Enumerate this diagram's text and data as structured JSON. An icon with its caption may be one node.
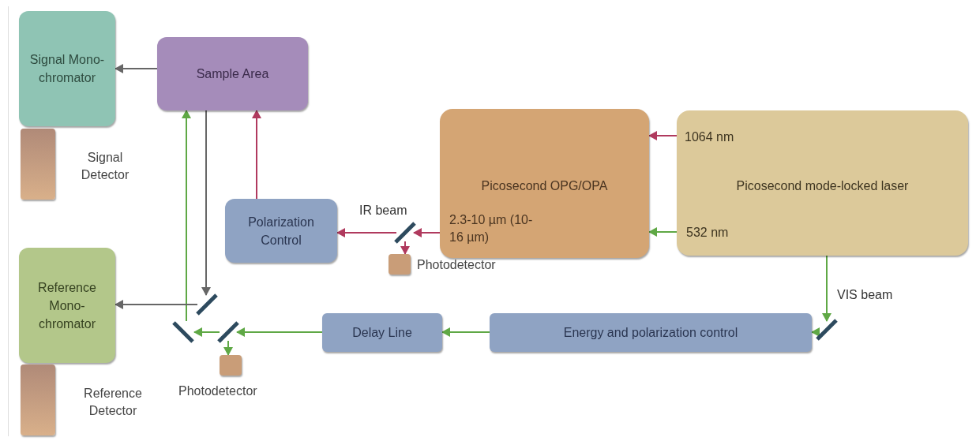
{
  "diagram": {
    "nodes": [
      {
        "text": [
          "Signal Mono-chromator"
        ]
      },
      {
        "text": [],
        "shape": "bar",
        "beside": [
          "Signal Detector"
        ]
      },
      {
        "text": [
          "Sample Area"
        ]
      },
      {
        "text": [
          "Polarization Control"
        ]
      },
      {
        "text": [
          "Picosecond OPG/OPA",
          "2.3-10 µm (10-16 µm)"
        ]
      },
      {
        "text": [
          "Picosecond mode-locked laser",
          "1064 nm",
          "532 nm"
        ]
      },
      {
        "text": [],
        "shape": "bar"
      },
      {
        "text": [],
        "shape": "box",
        "beside": [
          "Photodetector"
        ]
      },
      {
        "text": [
          "Reference Mono-chromator"
        ]
      },
      {
        "text": [],
        "shape": "bar",
        "beside": [
          "Reference Detector"
        ]
      },
      {
        "text": [
          "Delay Line"
        ]
      },
      {
        "text": [
          "Energy and polarization control"
        ]
      },
      {
        "text": [],
        "shape": "bar"
      },
      {
        "text": [],
        "shape": "bar"
      },
      {
        "text": [],
        "shape": "box",
        "beside": [
          "Photodetector"
        ]
      },
      {
        "text": [],
        "shape": "bar"
      },
      {
        "text": [],
        "shape": "bar"
      }
    ],
    "edges": [
      {
        "from": 2,
        "to": 0,
        "arrow": "to",
        "color": "#666666"
      },
      {
        "from": 5,
        "to": 4,
        "arrow": "to",
        "color": "#b03a5e"
      },
      {
        "from": 5,
        "to": 4,
        "arrow": "to"
      },
      {
        "from": 4,
        "to": 6,
        "arrow": "to",
        "color": "#b03a5e"
      },
      {
        "from": 6,
        "to": 3,
        "arrow": "to",
        "color": "#b03a5e"
      },
      {
        "from": 6,
        "to": 7,
        "arrow": "to",
        "color": "#b03a5e"
      },
      {
        "from": 3,
        "to": 2,
        "arrow": "to",
        "color": "#b03a5e"
      },
      {
        "from": 5,
        "to": 12,
        "arrow": "to",
        "label": "VIS beam"
      },
      {
        "from": 12,
        "to": 11,
        "arrow": "to"
      },
      {
        "from": 11,
        "to": 10,
        "arrow": "to"
      },
      {
        "from": 10,
        "to": 13,
        "arrow": "to"
      },
      {
        "from": 13,
        "to": 15,
        "arrow": "to"
      },
      {
        "from": 13,
        "to": 14,
        "arrow": "to"
      },
      {
        "from": 15,
        "to": 2,
        "arrow": "to"
      },
      {
        "from": 2,
        "to": 16,
        "arrow": "to",
        "color": "#666666"
      },
      {
        "from": 16,
        "to": 8,
        "arrow": "to",
        "color": "#666666"
      }
    ],
    "labels": [
      "IR beam"
    ]
  }
}
